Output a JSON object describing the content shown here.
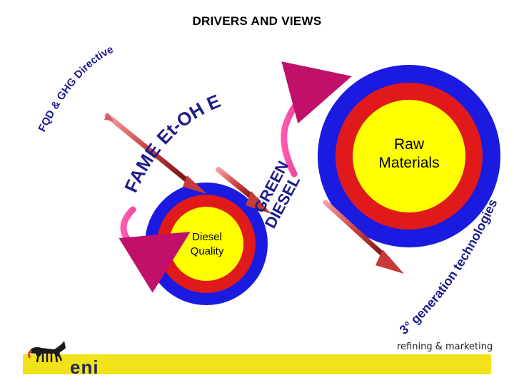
{
  "title": "DRIVERS AND VIEWS",
  "labels": {
    "fqd": "FQD & GHG Directive",
    "ethers": "FAME Et-OH ETBE",
    "green_diesel_1": "GREEN",
    "green_diesel_2": "DIESEL",
    "third_gen": "3° generation technologies",
    "raw_1": "Raw",
    "raw_2": "Materials",
    "diesel_1": "Diesel",
    "diesel_2": "Quality"
  },
  "footer": {
    "tagline": "refining & marketing",
    "brand": "eni"
  },
  "colors": {
    "outer_ring": "#1a1ae0",
    "mid_ring": "#e01a1a",
    "inner_disc": "#ffff00",
    "arc_text": "#1c1c8a",
    "arrow_red": "#c83a3a",
    "curve_arrow": "#e0208a",
    "footer_bar": "#f2e21a"
  },
  "icons": [
    "dart-arrow-icon",
    "curved-arrow-icon",
    "six-legged-dog-icon"
  ]
}
